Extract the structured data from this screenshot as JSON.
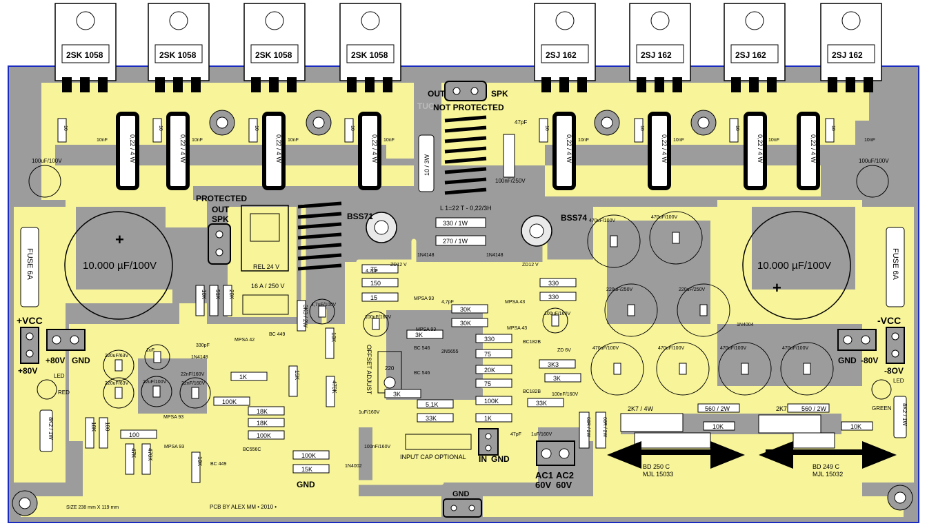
{
  "colors": {
    "board": "#9c9c9c",
    "copper": "#f7f49a",
    "border": "#1a2bbf",
    "silk": "#000000",
    "pad": "#ffffff",
    "component_body": "#e9e9e9"
  },
  "transistors_top": {
    "n_channel": [
      "2SK 1058",
      "2SK 1058",
      "2SK 1058",
      "2SK 1058"
    ],
    "p_channel": [
      "2SJ 162",
      "2SJ 162",
      "2SJ 162",
      "2SJ 162"
    ]
  },
  "labels": {
    "out_spk_top": "OUT",
    "spk_top": "SPK",
    "tuo": "TUO",
    "not_protected": "NOT PROTECTED",
    "protected": "PROTECTED",
    "out_spk_left_out": "OUT",
    "out_spk_left_spk": "SPK",
    "rel": "REL 24 V",
    "rel_rating": "16 A / 250 V",
    "bss71": "BSS71",
    "bss74": "BSS74",
    "coil": "L 1=22 T - 0,22/3H",
    "cap_left": "10.000 µF/100V",
    "cap_right": "10.000 µF/100V",
    "vcc_pos": "+VCC",
    "vcc_neg": "-VCC",
    "v80_pos": "+80V",
    "gnd_left": "GND",
    "gnd_right": "GND",
    "v80_neg": "-80V",
    "v80_pos_b": "+80V",
    "v80_neg_b": "-8OV",
    "fuse_left": "FUSE 6A",
    "fuse_right": "FUSE 6A",
    "led_left": "LED",
    "red": "RED",
    "led_right": "LED",
    "green": "GREEN",
    "offset": "OFFSET ADJUST",
    "input_cap": "INPUT CAP OPTIONAL",
    "in": "IN",
    "gnd_in": "GND",
    "ac1": "AC1",
    "ac2": "AC2",
    "ac_v1": "60V",
    "ac_v2": "60V",
    "gnd_mid": "GND",
    "gnd_bottom": "GND",
    "bd250": "BD 250 C",
    "mjl15033": "MJL 15033",
    "bd249": "BD 249 C",
    "mjl15032": "MJL 15032",
    "size": "SIZE 238 mm X 119 mm",
    "credit": "PCB BY ALEX MM • 2010 •"
  },
  "resistors": {
    "r330": "330 / 1W",
    "r270": "270 / 1W",
    "r_022": "0,22 / 4 W",
    "r10": "10",
    "r10_3w": "10 / 3W",
    "r2k7": "2K7 / 4W",
    "r560": "560 / 2W",
    "r10k": "10K",
    "r8k2": "8K2 / 1W",
    "r75": "75",
    "r150": "150",
    "r15": "15",
    "r330b": "330",
    "r30k": "30K",
    "r3k": "3K",
    "r20k": "20K",
    "r100k": "100K",
    "r15k": "15K",
    "r33k": "33K",
    "r1k": "1K",
    "r5k1": "5,1K",
    "r18k": "18K",
    "r470k": "470K",
    "r47k": "47K",
    "r100": "100",
    "r3k3": "3K3",
    "r68": "68R / 2W",
    "r51k": "51K",
    "r10kb": "10K",
    "r3k3b": "3K3 / 2W"
  },
  "capacitors": {
    "c10nf": "10nF",
    "c47pf": "47pF",
    "c100n250": "100nF/250V",
    "c100u100": "100uF/100V",
    "c470u100": "470uF/100V",
    "c220u250": "220uF/250V",
    "c220u63": "220uF/63V",
    "c22u100": "22uF/100V",
    "c1uf": "1uF",
    "c330pf": "330pF",
    "c22n160": "22nF/160V",
    "c4u7": "4,7uF/100V",
    "c100u160": "100uF/160V",
    "c1u160": "1uF/160V",
    "c100n160": "100nF/160V",
    "c47pf_b": "4,7pF",
    "c220": "220"
  },
  "semis": {
    "mpsa93": "MPSA 93",
    "mpsa43": "MPSA 43",
    "bc449": "BC 449",
    "bc546": "BC 546",
    "bc556": "BC556C",
    "bc182b": "BC182B",
    "d1n4148": "1N4148",
    "d1n4002": "1N4002",
    "d1n4004": "1N4004",
    "zd12": "ZD12 V",
    "zd6v": "ZD 6V",
    "k2n5655": "2N5655",
    "mpsa42": "MPSA 42"
  }
}
